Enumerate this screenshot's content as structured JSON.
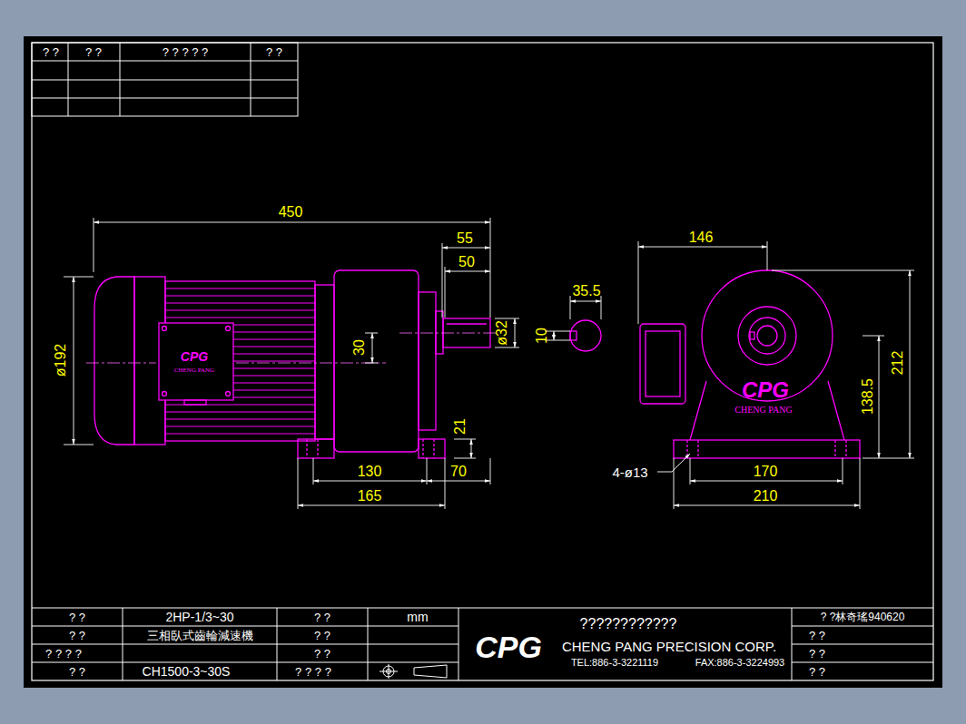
{
  "diagram": {
    "labels": [
      "? ?",
      "?   ?",
      "?    ?    ?    ?    ?",
      "? ?",
      "450",
      "55",
      "50",
      "ø32",
      "30",
      "ø192",
      "21",
      "130",
      "70",
      "165",
      "35.5",
      "10",
      "146",
      "212",
      "138.5",
      "4-ø13",
      "170",
      "210",
      "CPG",
      "CHENG PANG",
      "CPG",
      "CHENG PANG",
      "?          ?",
      "2HP-1/3~30",
      "?          ?",
      "mm",
      "?          ?",
      "三相臥式齒輪減速機",
      "?          ?",
      "? ? ? ?",
      "?          ?",
      "?          ?",
      "CH1500-3~30S",
      "? ? ? ?",
      "CPG",
      "????????????",
      "CHENG PANG PRECISION CORP.",
      "TEL:886-3-3221119",
      "FAX:886-3-3224993",
      "?  ?林奇瑤940620",
      "?  ?",
      "?  ?",
      "?  ?"
    ]
  }
}
